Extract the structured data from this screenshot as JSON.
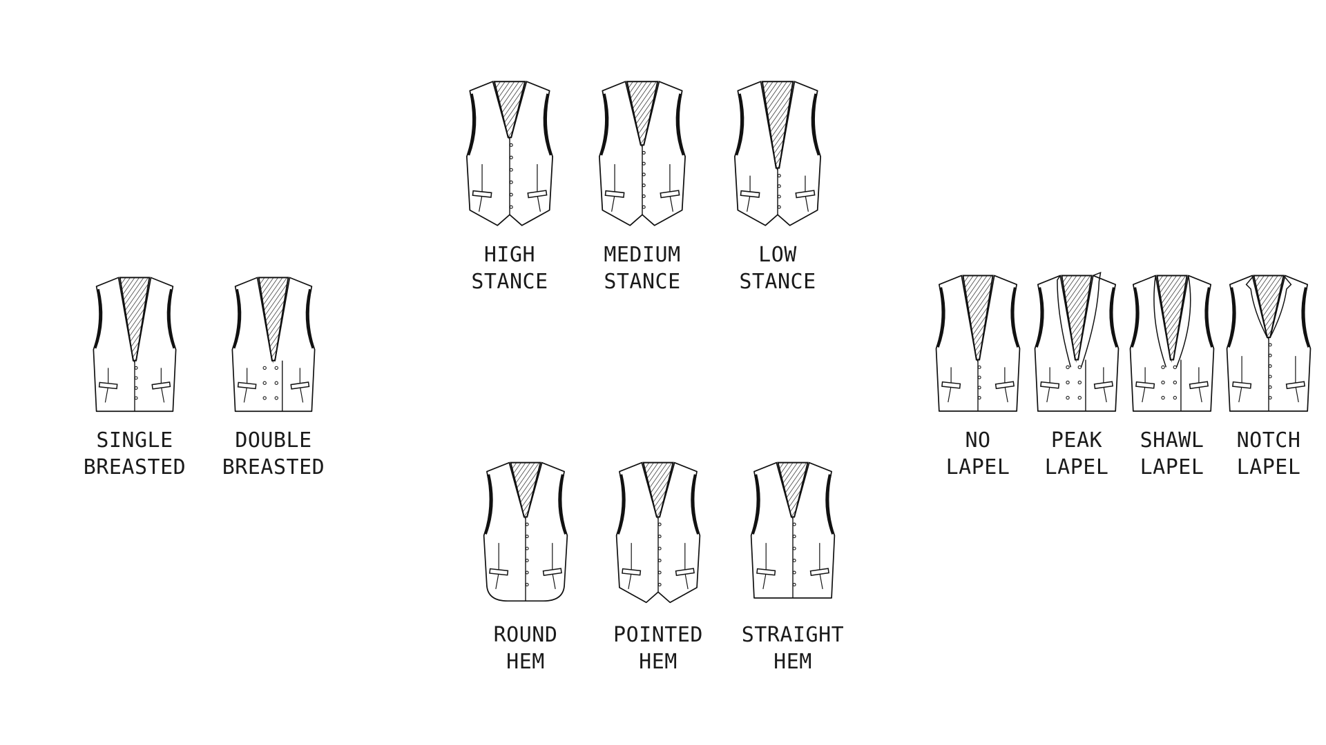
{
  "groups": {
    "stance": [
      {
        "lines": [
          "HIGH",
          "STANCE"
        ],
        "depth": "high",
        "hem": "pointed",
        "breast": "single",
        "lapel": "none"
      },
      {
        "lines": [
          "MEDIUM",
          "STANCE"
        ],
        "depth": "medium",
        "hem": "pointed",
        "breast": "single",
        "lapel": "none"
      },
      {
        "lines": [
          "LOW",
          "STANCE"
        ],
        "depth": "low",
        "hem": "pointed",
        "breast": "single",
        "lapel": "none"
      }
    ],
    "breasted": [
      {
        "lines": [
          "SINGLE",
          "BREASTED"
        ],
        "depth": "low",
        "hem": "straight",
        "breast": "single",
        "lapel": "none"
      },
      {
        "lines": [
          "DOUBLE",
          "BREASTED"
        ],
        "depth": "low",
        "hem": "straight",
        "breast": "double",
        "lapel": "none"
      }
    ],
    "hem": [
      {
        "lines": [
          "ROUND",
          "HEM"
        ],
        "depth": "high",
        "hem": "round",
        "breast": "single",
        "lapel": "none"
      },
      {
        "lines": [
          "POINTED",
          "HEM"
        ],
        "depth": "high",
        "hem": "pointed",
        "breast": "single",
        "lapel": "none"
      },
      {
        "lines": [
          "STRAIGHT",
          "HEM"
        ],
        "depth": "high",
        "hem": "straight",
        "breast": "single",
        "lapel": "none"
      }
    ],
    "lapel": [
      {
        "lines": [
          "NO",
          "LAPEL"
        ],
        "depth": "low",
        "hem": "straight",
        "breast": "single",
        "lapel": "none"
      },
      {
        "lines": [
          "PEAK",
          "LAPEL"
        ],
        "depth": "low",
        "hem": "straight",
        "breast": "double",
        "lapel": "peak"
      },
      {
        "lines": [
          "SHAWL",
          "LAPEL"
        ],
        "depth": "low",
        "hem": "straight",
        "breast": "double",
        "lapel": "shawl"
      },
      {
        "lines": [
          "NOTCH",
          "LAPEL"
        ],
        "depth": "medium",
        "hem": "straight",
        "breast": "single",
        "lapel": "notch"
      }
    ]
  }
}
